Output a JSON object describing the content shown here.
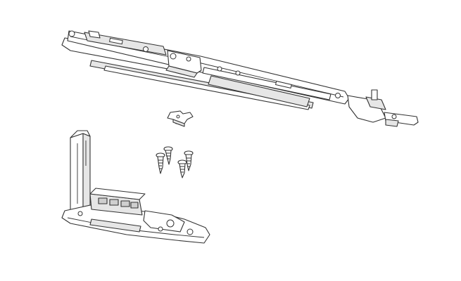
{
  "colors": {
    "background": "#ffffff",
    "outline": "#333333",
    "shade_light": "#e6e6e6",
    "shade_dark": "#cfcfcf"
  },
  "parts": {
    "top_arm": "long-scissor-arm",
    "small_clip": "small-clip",
    "screws": {
      "count": 4
    },
    "corner_hinge": "corner-stay-hinge"
  }
}
